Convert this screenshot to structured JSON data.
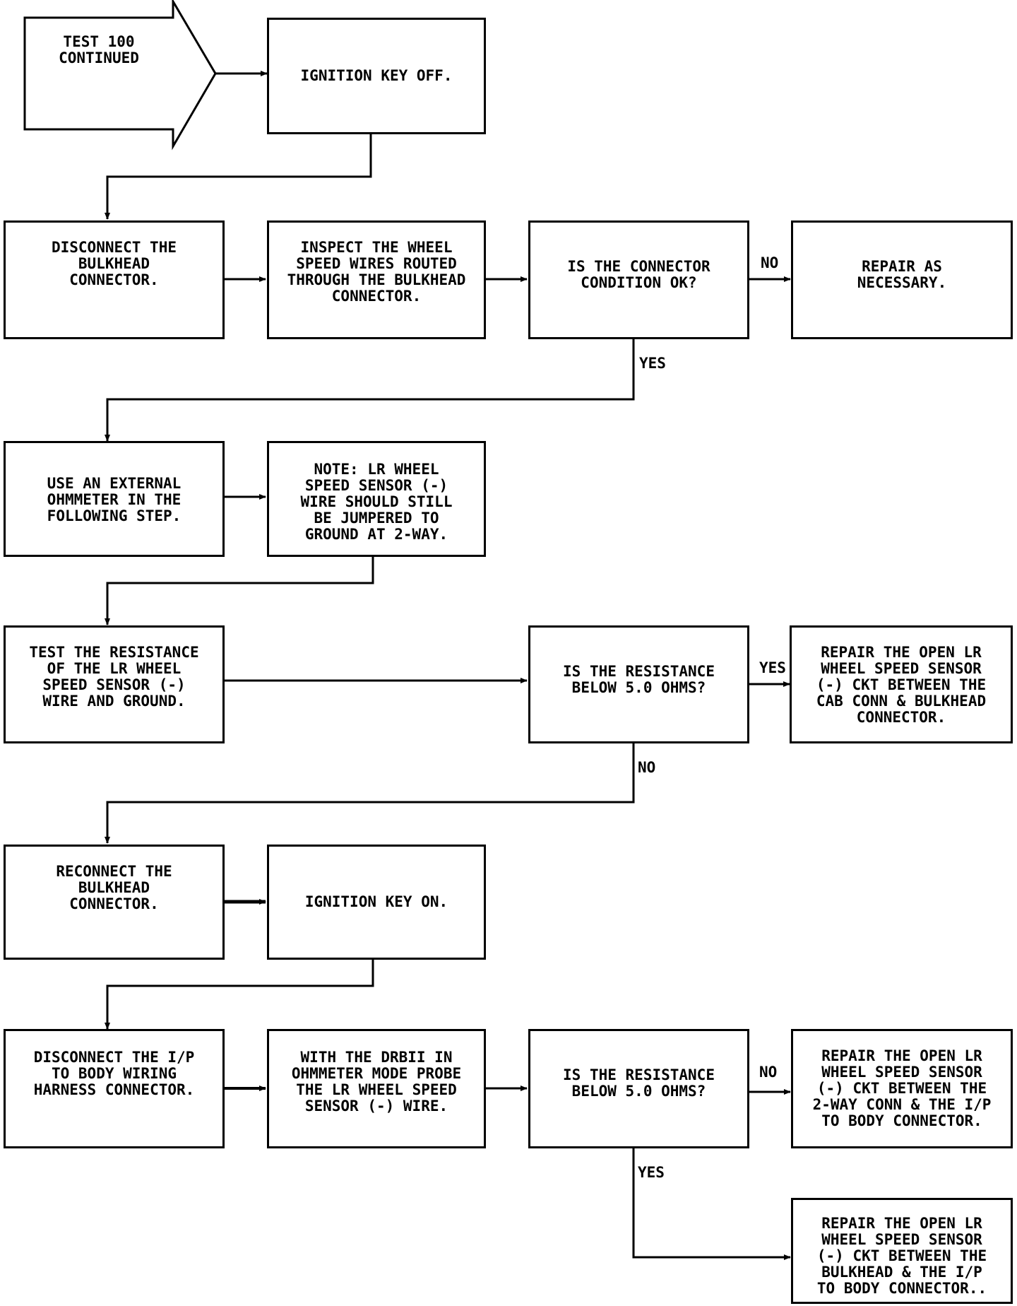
{
  "start": {
    "text": "TEST 100\nCONTINUED"
  },
  "steps": {
    "ign_off": "IGNITION KEY OFF.",
    "disconnect_bulkhead": "DISCONNECT THE\nBULKHEAD\nCONNECTOR.",
    "inspect_wires": "INSPECT THE WHEEL\nSPEED WIRES ROUTED\nTHROUGH THE BULKHEAD\nCONNECTOR.",
    "q_connector_ok": "IS THE CONNECTOR\nCONDITION OK?",
    "repair_necessary": "REPAIR AS\nNECESSARY.",
    "use_ohmmeter": "USE AN EXTERNAL\nOHMMETER IN THE\nFOLLOWING STEP.",
    "note_jumpered": "NOTE: LR WHEEL\nSPEED SENSOR (-)\nWIRE SHOULD STILL\nBE JUMPERED TO\nGROUND AT 2-WAY.",
    "test_resistance": "TEST THE RESISTANCE\nOF THE LR WHEEL\nSPEED SENSOR (-)\nWIRE AND GROUND.",
    "q_below_5_a": "IS THE RESISTANCE\nBELOW 5.0 OHMS?",
    "repair_cab_bulkhead": "REPAIR THE OPEN LR\nWHEEL SPEED SENSOR\n(-) CKT BETWEEN THE\nCAB CONN & BULKHEAD\nCONNECTOR.",
    "reconnect_bulkhead": "RECONNECT THE\nBULKHEAD\nCONNECTOR.",
    "ign_on": "IGNITION KEY ON.",
    "disconnect_ip": "DISCONNECT THE I/P\nTO BODY WIRING\nHARNESS CONNECTOR.",
    "drbii_probe": "WITH THE DRBII IN\nOHMMETER MODE PROBE\nTHE LR WHEEL SPEED\nSENSOR (-) WIRE.",
    "q_below_5_b": "IS THE RESISTANCE\nBELOW 5.0 OHMS?",
    "repair_2way_ip": "REPAIR THE OPEN LR\nWHEEL SPEED SENSOR\n(-) CKT BETWEEN THE\n2-WAY CONN & THE I/P\nTO BODY CONNECTOR.",
    "repair_bulkhead_ip": "REPAIR THE OPEN LR\nWHEEL SPEED SENSOR\n(-) CKT BETWEEN THE\nBULKHEAD & THE I/P\nTO BODY CONNECTOR.."
  },
  "labels": {
    "no_1": "NO",
    "yes_1": "YES",
    "yes_2": "YES",
    "no_2": "NO",
    "no_3": "NO",
    "yes_3": "YES"
  }
}
